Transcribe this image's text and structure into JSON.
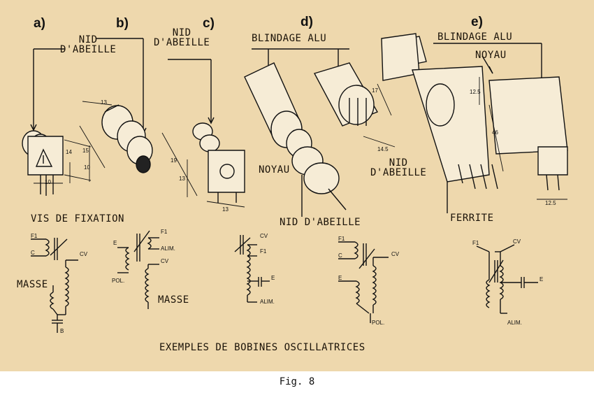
{
  "figure": {
    "caption": "Fig. 8",
    "title": "EXEMPLES DE BOBINES OSCILLATRICES",
    "panel_letters": [
      "a)",
      "b)",
      "c)",
      "d)",
      "e)"
    ],
    "labels": {
      "nid_b": "NID\nD'ABEILLE",
      "nid_c": "NID\nD'ABEILLE",
      "blindage_d": "BLINDAGE ALU",
      "blindage_e": "BLINDAGE ALU",
      "noyau_e": "NOYAU",
      "noyau_d": "NOYAU",
      "nid_d": "NID\nD'ABEILLE",
      "nid_bottom": "NID D'ABEILLE",
      "vis": "VIS DE FIXATION",
      "ferrite": "FERRITE",
      "masse_1": "MASSE",
      "masse_2": "MASSE"
    },
    "dimensions": {
      "a_14": "14",
      "a_10v": "10",
      "a_10h": "10",
      "b_13": "13",
      "b_15": "15",
      "c_19": "19",
      "c_13v": "13",
      "c_13h": "13",
      "d_17": "17",
      "d_14_5": "14.5",
      "e_12_5": "12.5",
      "e_46": "46",
      "e_12_5b": "12.5"
    },
    "schematics": [
      {
        "terms": [
          "F1",
          "C",
          "CV",
          "B"
        ]
      },
      {
        "terms": [
          "E",
          "F1",
          "ALIM.",
          "CV",
          "POL."
        ]
      },
      {
        "terms": [
          "CV",
          "F1",
          "E",
          "ALIM."
        ]
      },
      {
        "terms": [
          "F1",
          "C",
          "CV",
          "E",
          "POL."
        ]
      },
      {
        "terms": [
          "F1",
          "CV",
          "E",
          "ALIM."
        ]
      }
    ]
  }
}
